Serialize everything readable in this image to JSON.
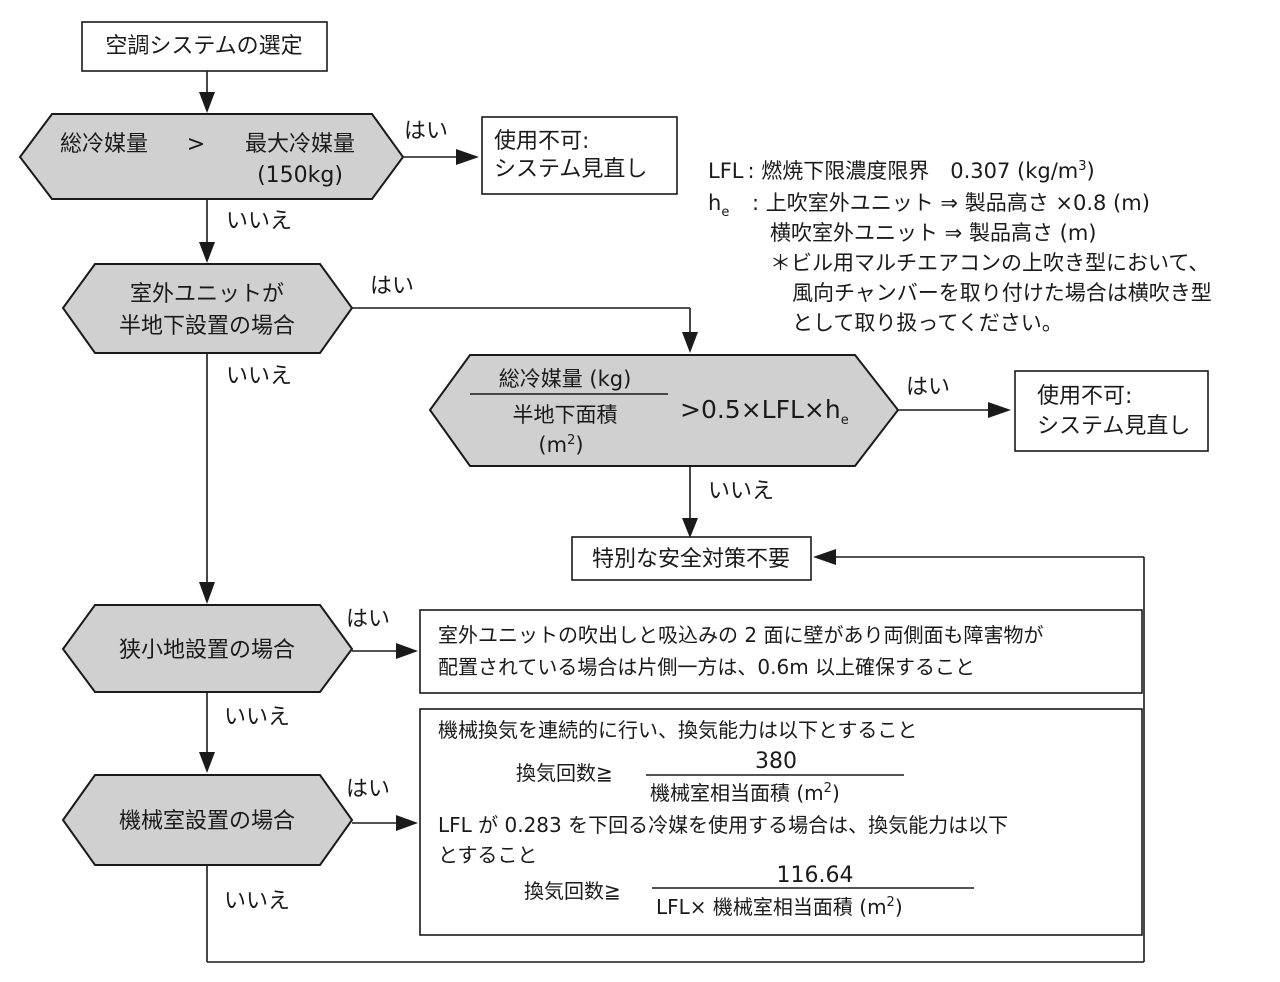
{
  "labels": {
    "yes": "はい",
    "no": "いいえ"
  },
  "start": {
    "label": "空調システムの選定"
  },
  "decision1": {
    "left": "総冷媒量",
    "gt": ">",
    "right1": "最大冷媒量",
    "right2": "(150kg)"
  },
  "result_unusable": {
    "line1": "使用不可:",
    "line2": "システム見直し"
  },
  "legend": {
    "lfl_key": "LFL",
    "lfl_text": ": 燃焼下限濃度限界　0.307 (kg/m",
    "lfl_sup": "3",
    "lfl_close": ")",
    "he_key": "h",
    "he_sub": "e",
    "he_line1": ": 上吹室外ユニット ⇒ 製品高さ ×0.8 (m)",
    "he_line2": "横吹室外ユニット ⇒ 製品高さ (m)",
    "note1": "＊ビル用マルチエアコンの上吹き型において、",
    "note2": "風向チャンバーを取り付けた場合は横吹き型",
    "note3": "として取り扱ってください。"
  },
  "decision2": {
    "line1": "室外ユニットが",
    "line2": "半地下設置の場合"
  },
  "decision3": {
    "numerator": "総冷媒量 (kg)",
    "denominator": "半地下面積",
    "unit": "(m",
    "unit_sup": "2",
    "unit_close": ")",
    "condition": ">0.5×LFL×h",
    "condition_sub": "e"
  },
  "no_measures": {
    "label": "特別な安全対策不要"
  },
  "decision4": {
    "label": "狭小地設置の場合"
  },
  "narrow_note": {
    "line1": "室外ユニットの吹出しと吸込みの 2 面に壁があり両側面も障害物が",
    "line2": "配置されている場合は片側一方は、0.6m 以上確保すること"
  },
  "decision5": {
    "label": "機械室設置の場合"
  },
  "machine_note": {
    "line1": "機械換気を連続的に行い、換気能力は以下とすること",
    "formula1_label": "換気回数≧",
    "formula1_num": "380",
    "formula1_den": "機械室相当面積 (m",
    "formula1_den_sup": "2",
    "formula1_den_close": ")",
    "line2": "LFL が 0.283 を下回る冷媒を使用する場合は、換気能力は以下",
    "line3": "とすること",
    "formula2_label": "換気回数≧",
    "formula2_num": "116.64",
    "formula2_den": "LFL× 機械室相当面積 (m",
    "formula2_den_sup": "2",
    "formula2_den_close": ")"
  }
}
